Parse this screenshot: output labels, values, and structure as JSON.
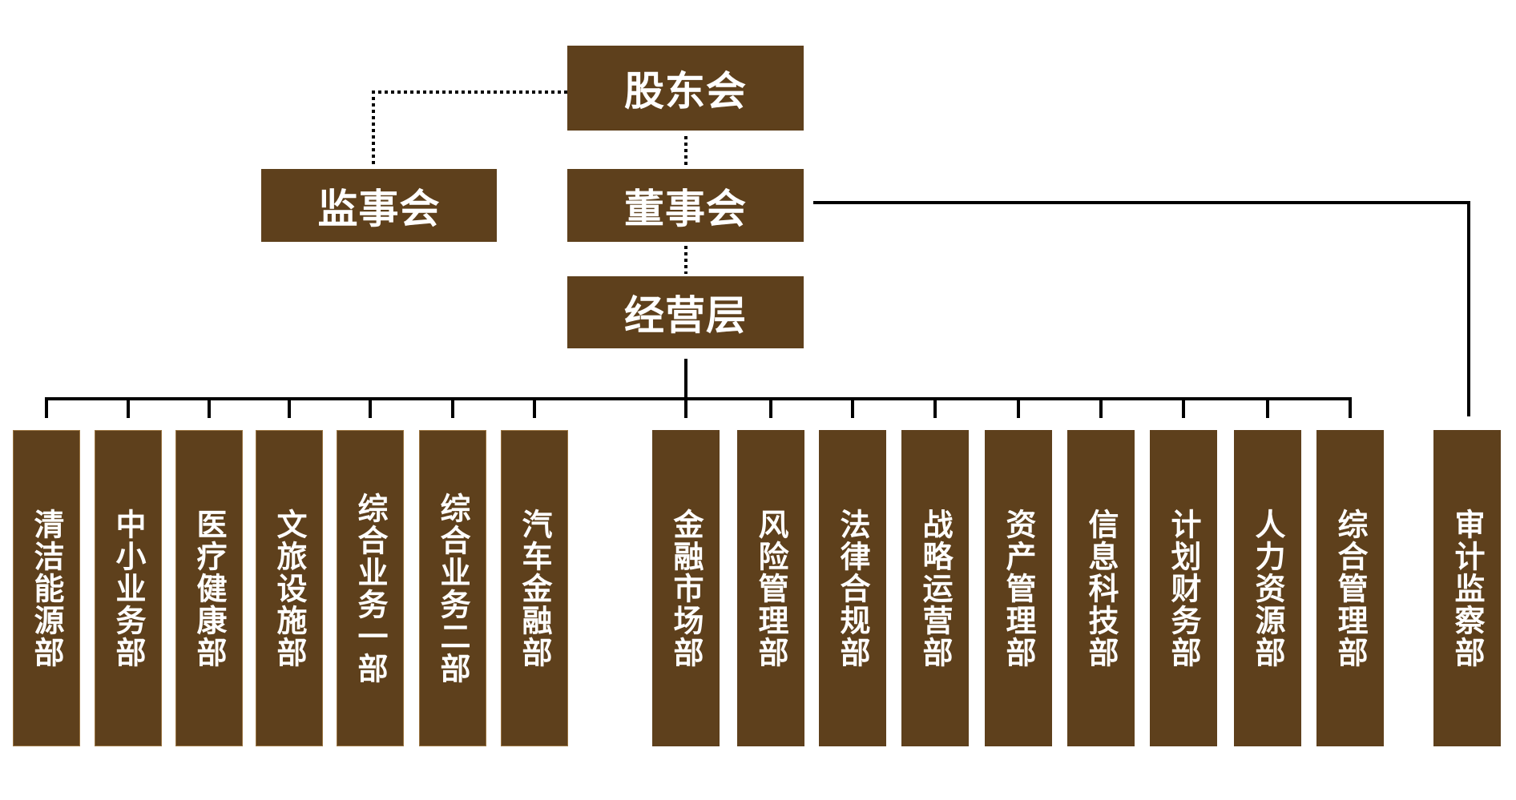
{
  "top": {
    "shareholders": "股东会",
    "supervisory_board": "监事会",
    "board_of_directors": "董事会",
    "management": "经营层"
  },
  "departments_left": [
    "清洁能源部",
    "中小业务部",
    "医疗健康部",
    "文旅设施部",
    "综合业务一部",
    "综合业务二部",
    "汽车金融部"
  ],
  "departments_right": [
    "金融市场部",
    "风险管理部",
    "法律合规部",
    "战略运营部",
    "资产管理部",
    "信息科技部",
    "计划财务部",
    "人力资源部",
    "综合管理部"
  ],
  "audit_department": "审计监察部",
  "colors": {
    "box": "#5e401c",
    "text": "#ffffff",
    "line": "#000000"
  }
}
